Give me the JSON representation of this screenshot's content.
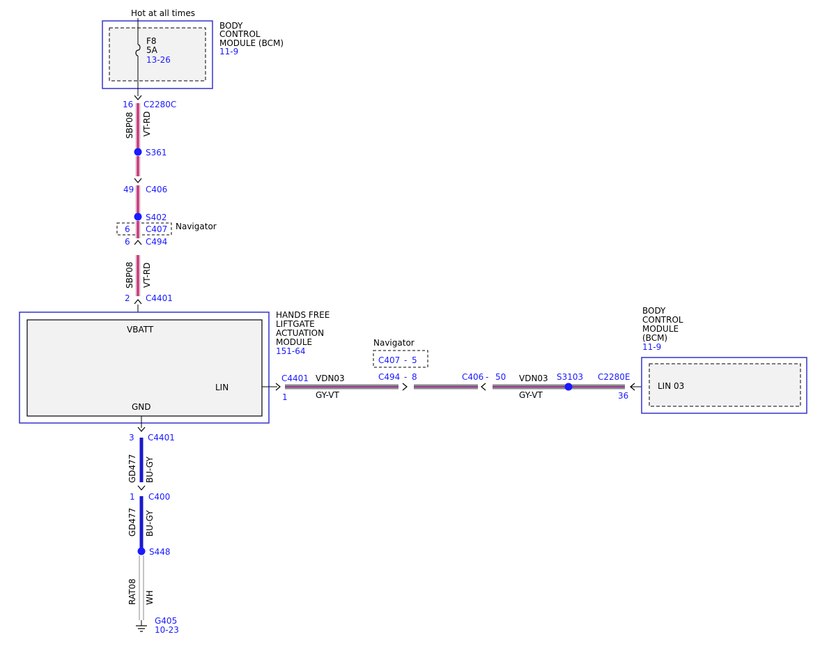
{
  "colors": {
    "module_border": "#3333cc",
    "module_fill": "#f2f2f2",
    "reference_text": "#1a1aff",
    "splice": "#1a1aff",
    "wire_vt_rd_base": "#c8c8c8",
    "wire_vt_rd_stripe": "#e0207a",
    "wire_gy_vt_base": "#8a8a8a",
    "wire_gy_vt_stripe": "#9a3a9a",
    "wire_bu_gy": "#1a1acc",
    "wire_wh": "#ffffff"
  },
  "top_power": {
    "label": "Hot at all times",
    "fuse": {
      "name": "F8",
      "rating": "5A",
      "ref": "13-26",
      "icon": "fuse-icon"
    },
    "module": {
      "name_lines": [
        "BODY",
        "CONTROL",
        "MODULE (BCM)"
      ],
      "ref": "11-9"
    }
  },
  "upper_harness": {
    "connectors": [
      {
        "pin": "16",
        "name": "C2280C"
      },
      {
        "pin": "49",
        "name": "C406"
      },
      {
        "pin": "6",
        "name": "C407"
      },
      {
        "pin": "6",
        "name": "C494"
      },
      {
        "pin": "2",
        "name": "C4401"
      }
    ],
    "splices": [
      "S361",
      "S402"
    ],
    "navigator_label": "Navigator",
    "wires": [
      {
        "circuit": "SBP08",
        "color": "VT-RD"
      },
      {
        "circuit": "SBP08",
        "color": "VT-RD"
      }
    ]
  },
  "hfl_module": {
    "name_lines": [
      "HANDS FREE",
      "LIFTGATE",
      "ACTUATION",
      "MODULE"
    ],
    "ref": "151-64",
    "pins": {
      "vbatt": "VBATT",
      "lin": "LIN",
      "gnd": "GND"
    }
  },
  "lin_line": {
    "start": {
      "name": "C4401",
      "pin": "1"
    },
    "left_wire": {
      "circuit": "VDN03",
      "color": "GY-VT"
    },
    "navigator_label": "Navigator",
    "navigator_connector": {
      "name": "C407",
      "sep": "-",
      "pin": "5"
    },
    "c494": {
      "name": "C494",
      "sep": "-",
      "pin": "8"
    },
    "c406": {
      "name": "C406",
      "sep": "-",
      "pin": "50"
    },
    "right_wire": {
      "circuit": "VDN03",
      "color": "GY-VT"
    },
    "splice": "S3103",
    "end": {
      "name": "C2280E",
      "pin": "36"
    }
  },
  "bcm_right": {
    "name_lines": [
      "BODY",
      "CONTROL",
      "MODULE",
      "(BCM)"
    ],
    "ref": "11-9",
    "pin_label": "LIN 03"
  },
  "ground_harness": {
    "connectors": [
      {
        "pin": "3",
        "name": "C4401"
      },
      {
        "pin": "1",
        "name": "C400"
      }
    ],
    "wires": [
      {
        "circuit": "GD477",
        "color": "BU-GY"
      },
      {
        "circuit": "GD477",
        "color": "BU-GY"
      },
      {
        "circuit": "RAT08",
        "color": "WH"
      }
    ],
    "splice": "S448",
    "ground": {
      "name": "G405",
      "ref": "10-23",
      "icon": "ground-icon"
    }
  }
}
